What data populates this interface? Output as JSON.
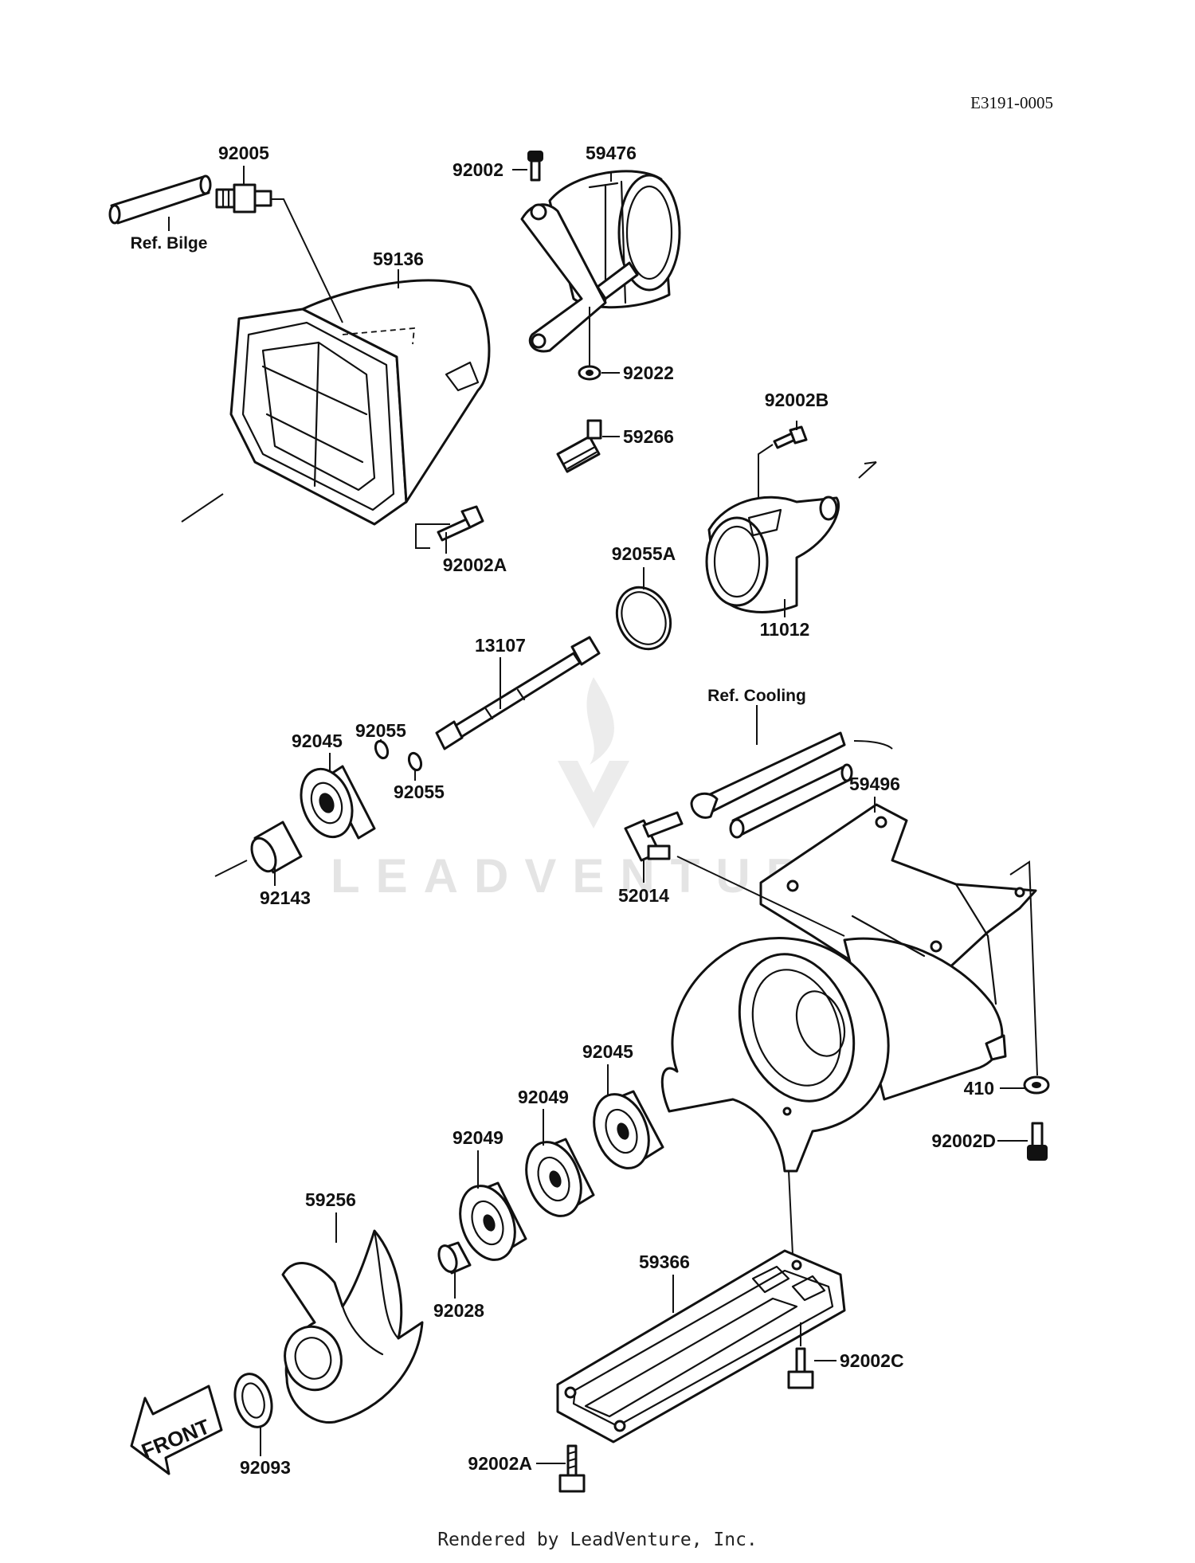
{
  "diagram_code": "E3191-0005",
  "watermark": "LEADVENTURE",
  "footer_credit": "Rendered by LeadVenture, Inc.",
  "front_arrow_label": "FRONT",
  "references": {
    "bilge": "Ref. Bilge",
    "cooling": "Ref. Cooling"
  },
  "parts": {
    "p92005": "92005",
    "p92002": "92002",
    "p59476": "59476",
    "p59136": "59136",
    "p92022": "92022",
    "p59266": "59266",
    "p92002B": "92002B",
    "p92002A_top": "92002A",
    "p92055A": "92055A",
    "p11012": "11012",
    "p13107": "13107",
    "p92045_top": "92045",
    "p92055_a": "92055",
    "p92055_b": "92055",
    "p92143": "92143",
    "p52014": "52014",
    "p59496": "59496",
    "p410": "410",
    "p92002D": "92002D",
    "p92045_mid": "92045",
    "p92049_a": "92049",
    "p92049_b": "92049",
    "p59256": "59256",
    "p92028": "92028",
    "p59366": "59366",
    "p92002C": "92002C",
    "p92093": "92093",
    "p92002A_bottom": "92002A"
  }
}
